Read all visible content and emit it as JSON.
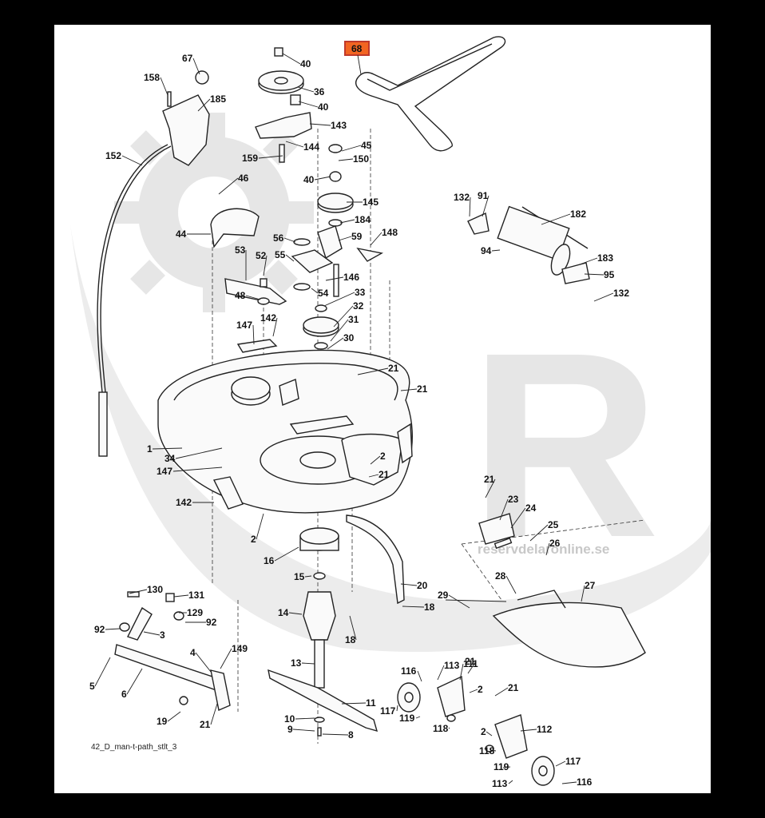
{
  "diagram": {
    "caption": "42_D_man-t-path_stlt_3",
    "highlighted_label": "68",
    "watermark_text": "reservdelaronline.se",
    "watermark_letter": "R",
    "colors": {
      "highlight_fill": "#f26522",
      "highlight_stroke": "#c0392b",
      "watermark": "#e3e3e3",
      "ink": "#222222",
      "background": "#ffffff",
      "frame": "#000000"
    },
    "labels": [
      "67",
      "158",
      "185",
      "152",
      "40",
      "36",
      "40",
      "143",
      "144",
      "159",
      "45",
      "150",
      "40",
      "46",
      "44",
      "145",
      "184",
      "56",
      "59",
      "148",
      "55",
      "53",
      "52",
      "146",
      "48",
      "54",
      "33",
      "32",
      "31",
      "147",
      "142",
      "30",
      "21",
      "21",
      "1",
      "34",
      "147",
      "2",
      "21",
      "142",
      "2",
      "16",
      "15",
      "20",
      "18",
      "14",
      "18",
      "130",
      "131",
      "129",
      "92",
      "92",
      "3",
      "149",
      "4",
      "5",
      "6",
      "19",
      "21",
      "13",
      "10",
      "9",
      "8",
      "11",
      "132",
      "91",
      "182",
      "94",
      "183",
      "95",
      "132",
      "21",
      "23",
      "24",
      "25",
      "26",
      "28",
      "27",
      "29",
      "116",
      "113",
      "111",
      "21",
      "2",
      "21",
      "117",
      "119",
      "118",
      "2",
      "112",
      "118",
      "119",
      "117",
      "113",
      "116"
    ]
  }
}
